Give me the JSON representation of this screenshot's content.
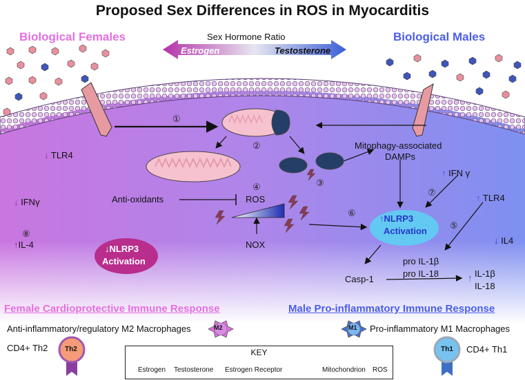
{
  "title": "Proposed Sex Differences in ROS in Myocarditis",
  "header": {
    "female_label": "Biological Females",
    "male_label": "Biological Males",
    "ratio_label": "Sex Hormone Ratio",
    "ratio_left": "Estrogen",
    "ratio_right": "Testosterone"
  },
  "steps": [
    "①",
    "②",
    "③",
    "④",
    "⑤",
    "⑥",
    "⑦",
    "⑧"
  ],
  "labels": {
    "mitophagy": "Mitophagy-associated",
    "damps": "DAMPs",
    "antioxidants": "Anti-oxidants",
    "ros": "ROS",
    "nox": "NOX",
    "nlrp3_male_1": "NLRP3",
    "nlrp3_male_2": "Activation",
    "nlrp3_female_1": "NLRP3",
    "nlrp3_female_2": "Activation",
    "casp1": "Casp-1",
    "pro_il1b": "pro IL-1β",
    "pro_il18": "pro IL-18",
    "il1b": "IL-1β",
    "il18": "IL-18",
    "ifn_male": "IFN γ",
    "tlr4_male": "TLR4",
    "il4_male": "IL4",
    "tlr4_female": "TLR4",
    "ifn_female": "IFNγ",
    "il4_female": "IL-4",
    "arrow_up": "↑",
    "arrow_down": "↓"
  },
  "bottom": {
    "female_heading": "Female Cardioprotective Immune Response",
    "female_macrophage": "Anti-inflammatory/regulatory M2 Macrophages",
    "female_t": "CD4+ Th2",
    "male_heading": "Male Pro-inflammatory Immune Response",
    "male_macrophage": "Pro-inflammatory M1 Macrophages",
    "male_t": "CD4+ Th1",
    "badge_m2": "M2",
    "badge_m1": "M1",
    "badge_th2": "Th2",
    "badge_th1": "Th1"
  },
  "key": {
    "title": "KEY",
    "estrogen": "Estrogen",
    "testosterone": "Testosterone",
    "receptor": "Estrogen Receptor",
    "mitochondrion": "Mitochondrion",
    "ros": "ROS"
  },
  "colors": {
    "female": "#e46fe0",
    "male": "#4a5ee8",
    "cell_left": "#c77ae0",
    "cell_right": "#7e8ef0",
    "estrogen": "#e8909c",
    "testosterone": "#3f55b8",
    "nlrp3_male_bg": "#63c8f2",
    "nlrp3_female_bg": "#b92d8c"
  }
}
